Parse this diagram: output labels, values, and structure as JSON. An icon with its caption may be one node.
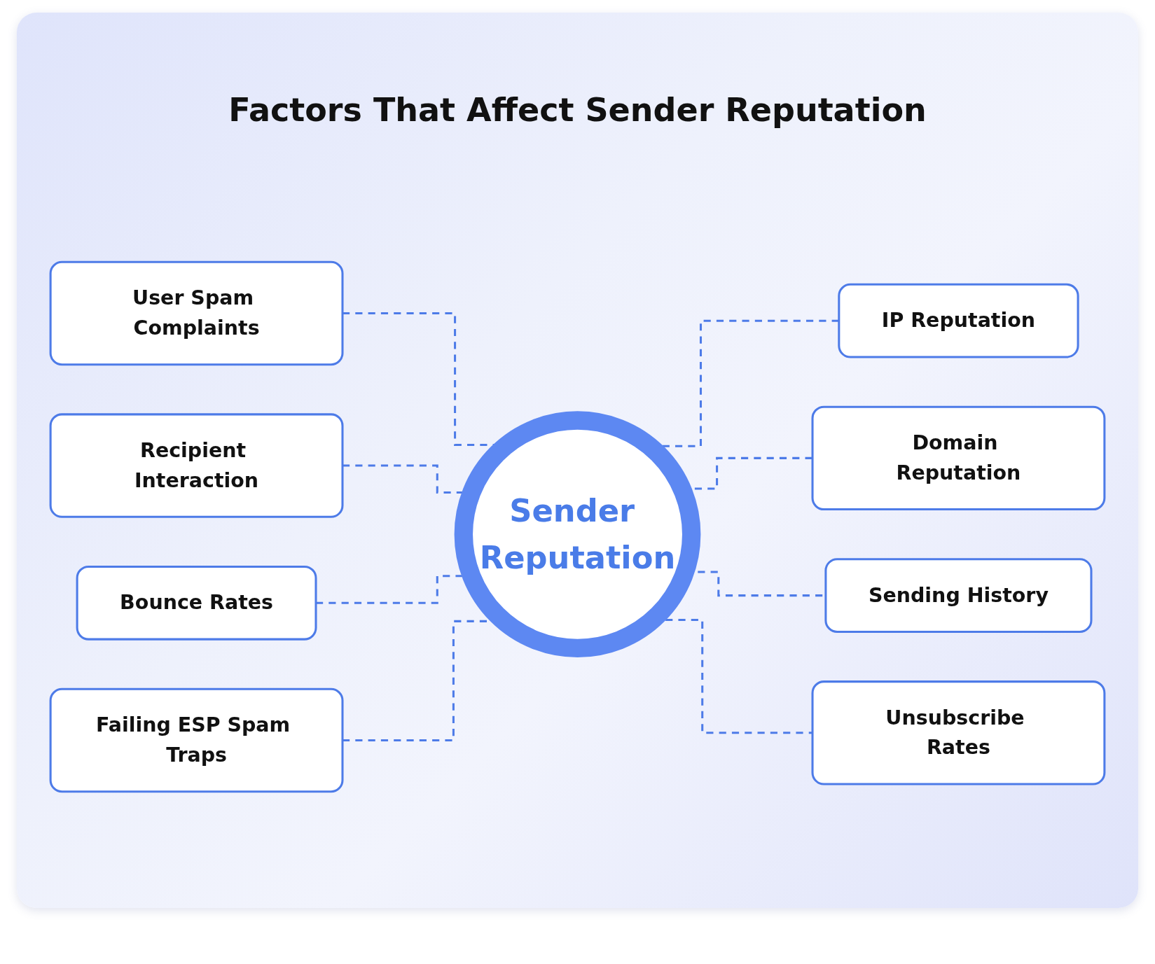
{
  "diagram": {
    "title": "Factors That Affect Sender Reputation",
    "nodes": [
      {
        "text": [
          "User Spam Complaints"
        ]
      },
      {
        "text": [
          "IP Reputation"
        ]
      },
      {
        "text": [
          "Recipient Interaction"
        ]
      },
      {
        "text": [
          "Domain Reputation"
        ]
      },
      {
        "text": [
          "Sender Reputation"
        ]
      },
      {
        "text": [
          "Bounce Rates"
        ]
      },
      {
        "text": [
          "Sending History"
        ]
      },
      {
        "text": [
          "Failing ESP Spam Traps"
        ]
      },
      {
        "text": [
          "Unsubscribe Rates"
        ]
      }
    ],
    "edges": [
      {
        "from": 0,
        "to": 4,
        "arrow": "none",
        "style": "dashed"
      },
      {
        "from": 2,
        "to": 4,
        "arrow": "none",
        "style": "dashed"
      },
      {
        "from": 5,
        "to": 4,
        "arrow": "none",
        "style": "dashed"
      },
      {
        "from": 7,
        "to": 4,
        "arrow": "none",
        "style": "dashed"
      },
      {
        "from": 4,
        "to": 1,
        "arrow": "none",
        "style": "dashed"
      },
      {
        "from": 4,
        "to": 3,
        "arrow": "none",
        "style": "dashed"
      },
      {
        "from": 4,
        "to": 6,
        "arrow": "none",
        "style": "dashed"
      },
      {
        "from": 4,
        "to": 8,
        "arrow": "none",
        "style": "dashed"
      }
    ]
  }
}
